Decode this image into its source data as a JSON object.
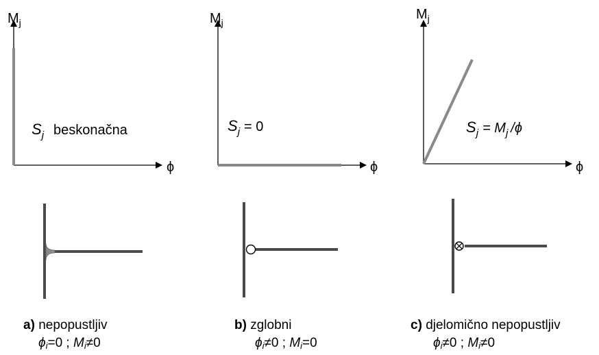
{
  "diagrams": [
    {
      "id": "a",
      "y_axis_label": "M",
      "y_axis_sub": "j",
      "x_axis_label": "ϕ",
      "stiffness": {
        "var": "S",
        "sub": "j",
        "text": "beskonačna"
      },
      "caption_letter": "a)",
      "caption_text": "nepopustljiv",
      "condition": {
        "phi_sub": "i",
        "phi_rel": "=0 ;",
        "m": "M",
        "m_sub": "i",
        "m_rel": "≠0"
      }
    },
    {
      "id": "b",
      "y_axis_label": "M",
      "y_axis_sub": "j",
      "x_axis_label": "ϕ",
      "stiffness": {
        "var": "S",
        "sub": "j",
        "text": "= 0"
      },
      "caption_letter": "b)",
      "caption_text": "zglobni",
      "condition": {
        "phi_sub": "i",
        "phi_rel": "≠0 ;",
        "m": "M",
        "m_sub": "i",
        "m_rel": "=0"
      }
    },
    {
      "id": "c",
      "y_axis_label": "M",
      "y_axis_sub": "j",
      "x_axis_label": "ϕ",
      "stiffness": {
        "var": "S",
        "sub": "j",
        "text": "= M",
        "sub2": "j",
        "tail": "/ϕ"
      },
      "caption_letter": "c)",
      "caption_text": "djelomično nepopustljiv",
      "condition": {
        "phi_sub": "i",
        "phi_rel": "≠0 ;",
        "m": "M",
        "m_sub": "i",
        "m_rel": "≠0"
      }
    }
  ],
  "colors": {
    "axis": "#000000",
    "curve": "#8a8a8a",
    "member": "#4a4a4a",
    "haunch": "#8a8a8a"
  },
  "hinge_symbols": {
    "a": "rigid-fillet",
    "b": "open-circle",
    "c": "crossed-circle"
  }
}
